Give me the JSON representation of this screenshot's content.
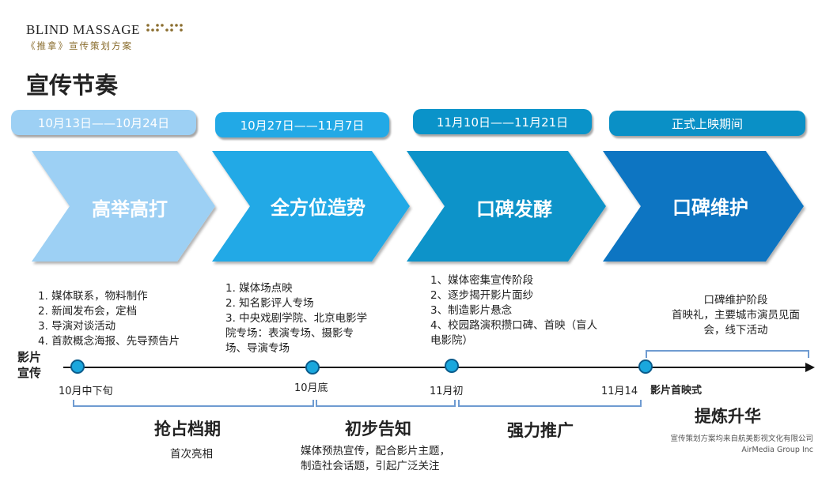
{
  "brand": {
    "name_en": "BLIND MASSAGE",
    "subtitle": "《推拿》宣传策划方案"
  },
  "title": "宣传节奏",
  "stages": [
    {
      "date_range": "10月13日——10月24日",
      "name": "高举高打"
    },
    {
      "date_range": "10月27日——11月7日",
      "name": "全方位造势"
    },
    {
      "date_range": "11月10日——11月21日",
      "name": "口碑发酵"
    },
    {
      "date_range": "正式上映期间",
      "name": "口碑维护"
    }
  ],
  "stage_details": [
    [
      "1.  媒体联系，物料制作",
      "2.  新闻发布会，定档",
      "3.  导演对谈活动",
      "4.  首款概念海报、先导预告片"
    ],
    [
      "1.  媒体场点映",
      "2.  知名影评人专场",
      "3.  中央戏剧学院、北京电影学",
      "院专场：表演专场、摄影专",
      "场、导演专场"
    ],
    [
      "1、媒体密集宣传阶段",
      "2、逐步揭开影片面纱",
      "3、制造影片悬念",
      "4、校园路演积攒口碑、首映（盲人",
      "电影院）"
    ],
    [
      "口碑维护阶段",
      "首映礼，主要城市演员见面",
      "会，线下活动"
    ]
  ],
  "timeline": {
    "label_line1": "影片",
    "label_line2": "宣传",
    "points": [
      "10月中下旬",
      "10月底",
      "11月初",
      "11月14"
    ],
    "end_label": "影片首映式"
  },
  "phases": [
    {
      "name": "抢占档期",
      "desc_lines": [
        "首次亮相"
      ]
    },
    {
      "name": "初步告知",
      "desc_lines": [
        "媒体预热宣传，配合影片主题，",
        "制造社会话题，引起广泛关注"
      ]
    },
    {
      "name": "强力推广",
      "desc_lines": []
    },
    {
      "name": "提炼升华",
      "desc_lines": []
    }
  ],
  "credit": {
    "line1": "宣传策划方案均来自航美影视文化有限公司",
    "line2": "AirMedia Group Inc"
  },
  "colors": {
    "stage0": "#9dd0f4",
    "stage1": "#22a9e6",
    "stage2": "#0a93c9",
    "stage3": "#0d74c2",
    "timeline": "#0a90c6",
    "bracket": "#6f9bd1"
  }
}
